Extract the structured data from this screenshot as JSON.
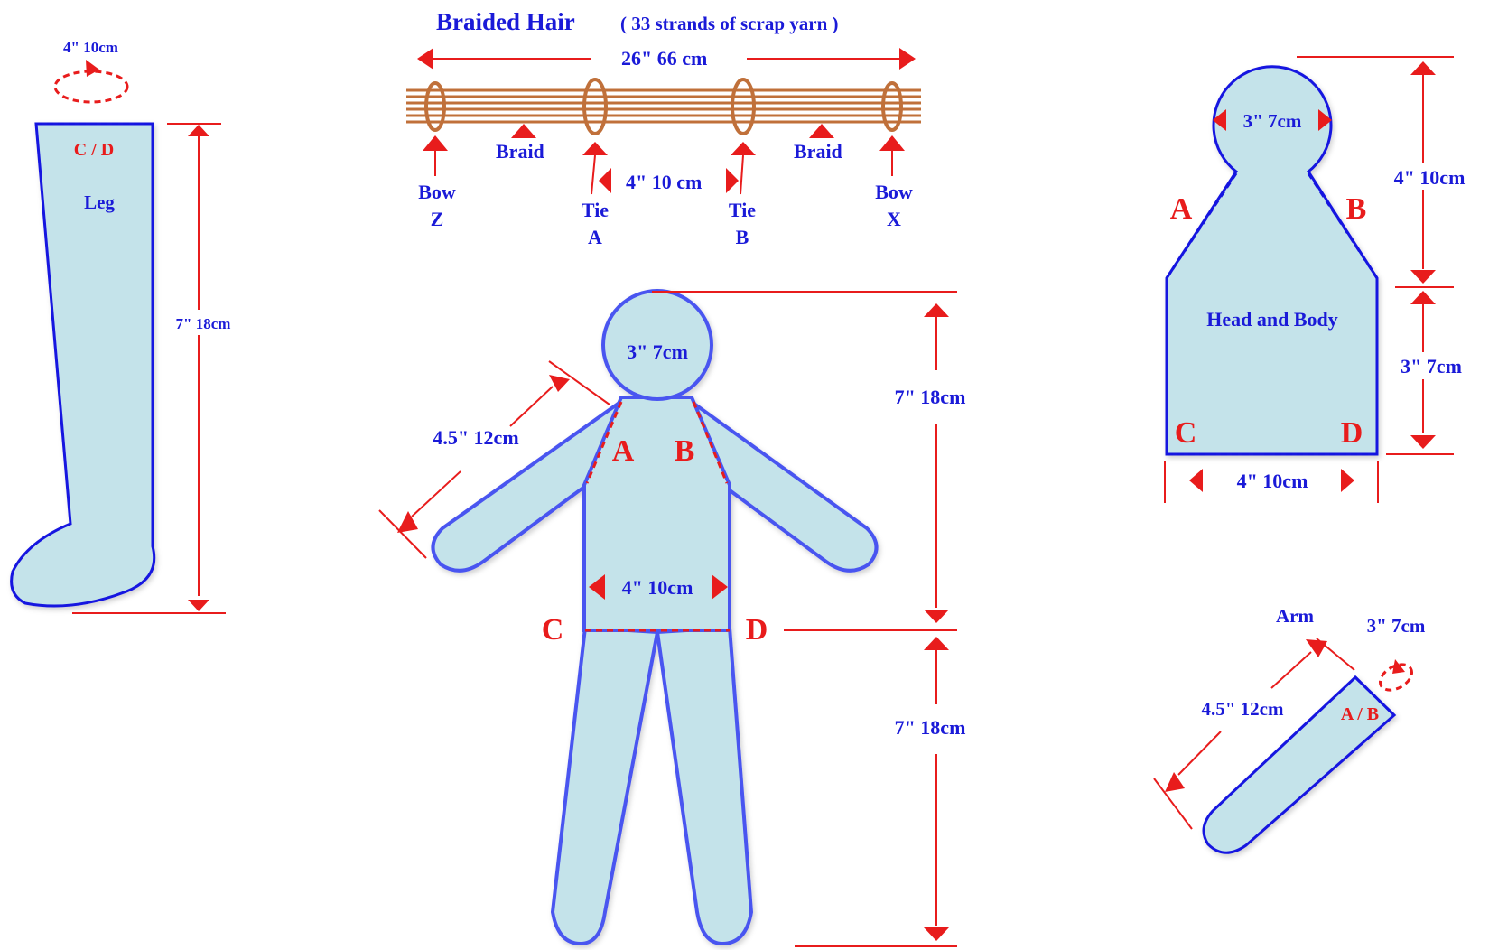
{
  "hair": {
    "title": "Braided Hair",
    "subtitle": "( 33 strands of scrap yarn )",
    "length": "26\" 66 cm",
    "spacing": "4\" 10 cm",
    "labels": {
      "bow": "Bow",
      "braid": "Braid",
      "tie": "Tie",
      "z": "Z",
      "a": "A",
      "b": "B",
      "x": "X"
    }
  },
  "leg": {
    "circumference": "4\" 10cm",
    "join_label": "C / D",
    "name": "Leg",
    "length": "7\" 18cm"
  },
  "doll": {
    "head": "3\" 7cm",
    "arm_length": "4.5\" 12cm",
    "point_a": "A",
    "point_b": "B",
    "point_c": "C",
    "point_d": "D",
    "waist": "4\" 10cm",
    "upper_height": "7\" 18cm",
    "lower_height": "7\" 18cm"
  },
  "head_body": {
    "name": "Head and Body",
    "head_width": "3\" 7cm",
    "head_height": "4\" 10cm",
    "body_height": "3\" 7cm",
    "width": "4\" 10cm",
    "point_a": "A",
    "point_b": "B",
    "point_c": "C",
    "point_d": "D"
  },
  "arm": {
    "name": "Arm",
    "circumference": "3\" 7cm",
    "length": "4.5\" 12cm",
    "join_label": "A / B"
  },
  "colors": {
    "fill": "#c4e3ea",
    "outline": "#4a55f0",
    "dimension": "#e81c1c",
    "text": "#1a1ad8",
    "yarn": "#c0703a"
  }
}
